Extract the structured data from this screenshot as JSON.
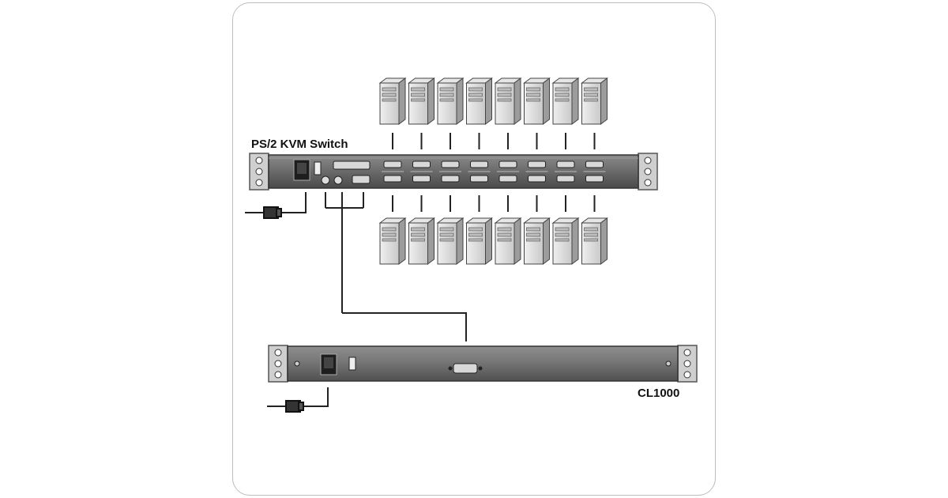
{
  "diagram": {
    "kvm_switch_label": "PS/2 KVM Switch",
    "console_label": "CL1000",
    "computers_top_count": 8,
    "computers_bottom_count": 8,
    "colors": {
      "chassis": "#6e6e6e",
      "chassis_dark": "#3a3a3a",
      "computer_face": "#d9d9d9",
      "computer_side": "#9a9a9a",
      "cable": "#222222"
    }
  }
}
